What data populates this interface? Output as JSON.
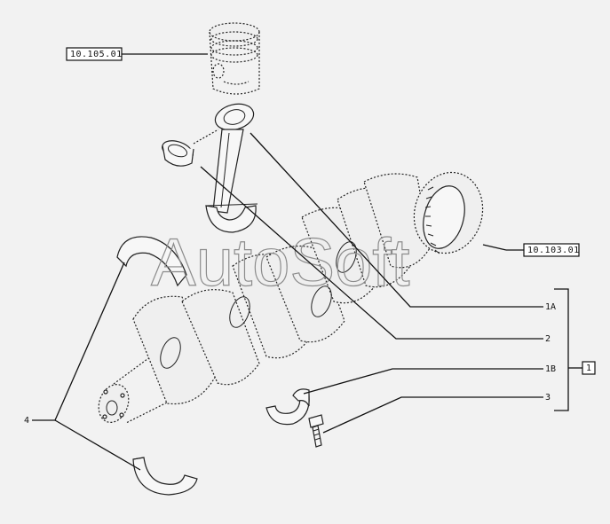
{
  "diagram": {
    "refs": {
      "piston": "10.105.01",
      "flywheel": "10.103.01",
      "group": "1"
    },
    "callouts": {
      "c1a": "1A",
      "c2": "2",
      "c1b": "1B",
      "c3": "3",
      "c4": "4"
    },
    "watermark": "AutoSoft"
  }
}
